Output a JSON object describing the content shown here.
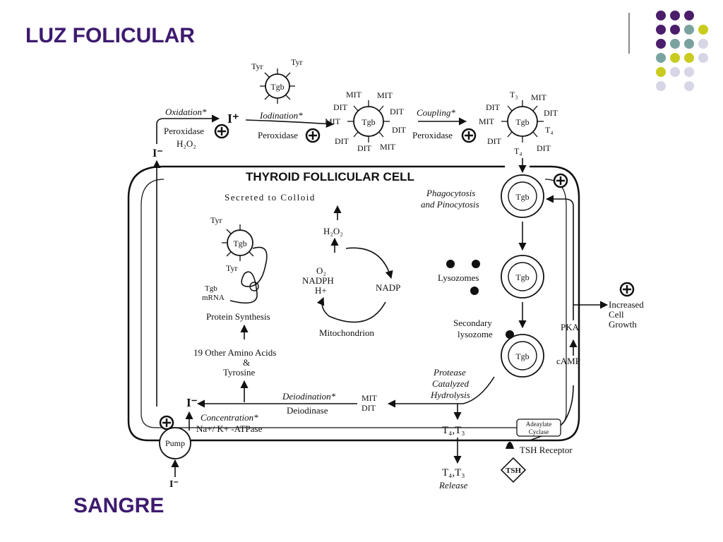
{
  "slide": {
    "title": "LUZ FOLICULAR",
    "subtitle": "SANGRE",
    "accent_color": "#3d1a6e",
    "dot_colors": [
      "#4b1d6b",
      "#7aa3a0",
      "#c9cc1e",
      "#d6d6e6"
    ]
  },
  "diagram": {
    "cell_title": "THYROID FOLLICULAR CELL",
    "top": {
      "oxidation": "Oxidation*",
      "peroxidase_1": "Peroxidase",
      "h2o2": "H₂O₂",
      "i_minus": "I⁻",
      "i_plus": "I⁺",
      "iodination": "Iodination*",
      "peroxidase_2": "Peroxidase",
      "coupling": "Coupling*",
      "peroxidase_3": "Peroxidase",
      "tyr_1": "Tyr",
      "tyr_2": "Tyr",
      "tgb": "Tgb",
      "mit": "MIT",
      "dit": "DIT",
      "t3": "T₃",
      "t4": "T₄"
    },
    "plus_sign": "⊕",
    "left": {
      "secreted": "Secreted to Colloid",
      "h2o2": "H₂O₂",
      "o2": "O₂",
      "nadph": "NADPH",
      "hplus": "H+",
      "nadp": "NADP",
      "mitochondrion": "Mitochondrion",
      "tyr_a": "Tyr",
      "tyr_b": "Tyr",
      "tgb": "Tgb",
      "mrna_1": "Tgb",
      "mrna_2": "mRNA",
      "protein_synthesis": "Protein Synthesis",
      "amino_1": "19 Other Amino Acids",
      "amino_2": "&",
      "amino_3": "Tyrosine"
    },
    "right": {
      "phago_1": "Phagocytosis",
      "phago_2": "and Pinocytosis",
      "lysozomes": "Lysozomes",
      "secondary_1": "Secondary",
      "secondary_2": "lysozome",
      "protease_1": "Protease",
      "protease_2": "Catalyzed",
      "protease_3": "Hydrolysis",
      "pka": "PKA",
      "camp": "cAMP",
      "growth_1": "Increased",
      "growth_2": "Cell",
      "growth_3": "Growth",
      "adenylate_1": "Adeaylate",
      "adenylate_2": "Cyclase",
      "tsh_receptor": "TSH Receptor",
      "tsh": "TSH"
    },
    "bottom": {
      "deiodination": "Deiodination*",
      "deiodinase": "Deiodinase",
      "mit": "MIT",
      "dit": "DIT",
      "i_minus": "I⁻",
      "concentration": "Concentration*",
      "atpase": "Na+/ K+ -ATPase",
      "pump": "Pump",
      "i_minus_blood": "I⁻",
      "t4t3_1": "T₄,T₃",
      "t4t3_2": "T₄,T₃",
      "release": "Release"
    }
  }
}
